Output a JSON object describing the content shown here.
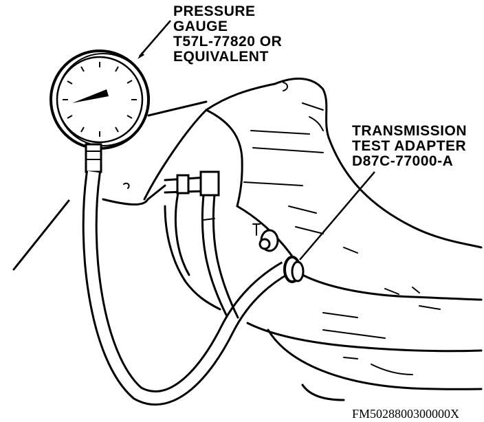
{
  "callouts": {
    "pressure_gauge": {
      "line1": "PRESSURE",
      "line2": "GAUGE",
      "line3": "T57L-77820 OR",
      "line4": "EQUIVALENT"
    },
    "test_adapter": {
      "line1": "TRANSMISSION",
      "line2": "TEST ADAPTER",
      "line3": "D87C-77000-A"
    }
  },
  "figure_id": "FM5028800300000X",
  "colors": {
    "ink": "#000000",
    "paper": "#ffffff"
  }
}
